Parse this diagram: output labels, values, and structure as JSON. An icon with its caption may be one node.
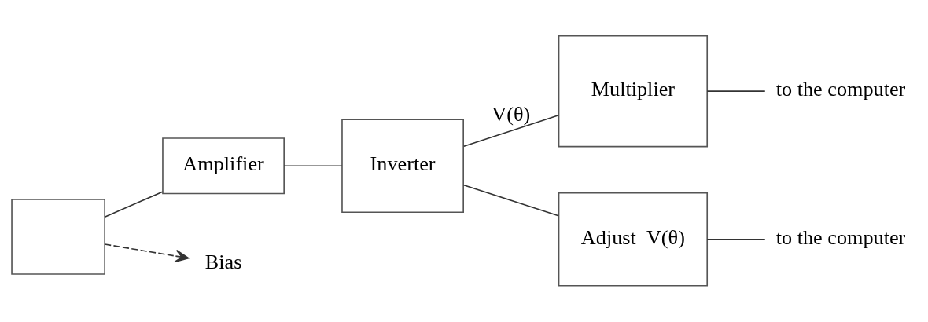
{
  "diagram": {
    "nodes": [
      {
        "text": [],
        "shape": "box"
      },
      {
        "text": [
          "Amplifier"
        ]
      },
      {
        "text": [
          "Inverter"
        ]
      },
      {
        "text": [
          "Multiplier"
        ]
      },
      {
        "text": [
          "Adjust  V(θ)"
        ]
      },
      {
        "text": [
          "to the computer"
        ]
      },
      {
        "text": [
          "to the computer"
        ]
      },
      {
        "text": [
          "Bias"
        ]
      }
    ],
    "edges": [
      {
        "from": 0,
        "to": 1,
        "arrow": "none"
      },
      {
        "from": 1,
        "to": 2,
        "arrow": "none"
      },
      {
        "from": 2,
        "to": 3,
        "arrow": "none",
        "label": "V(θ)"
      },
      {
        "from": 2,
        "to": 4,
        "arrow": "none"
      },
      {
        "from": 3,
        "to": 5,
        "arrow": "none"
      },
      {
        "from": 4,
        "to": 6,
        "arrow": "none"
      },
      {
        "from": 0,
        "to": 7,
        "arrow": "to",
        "style": "dashed"
      }
    ]
  }
}
